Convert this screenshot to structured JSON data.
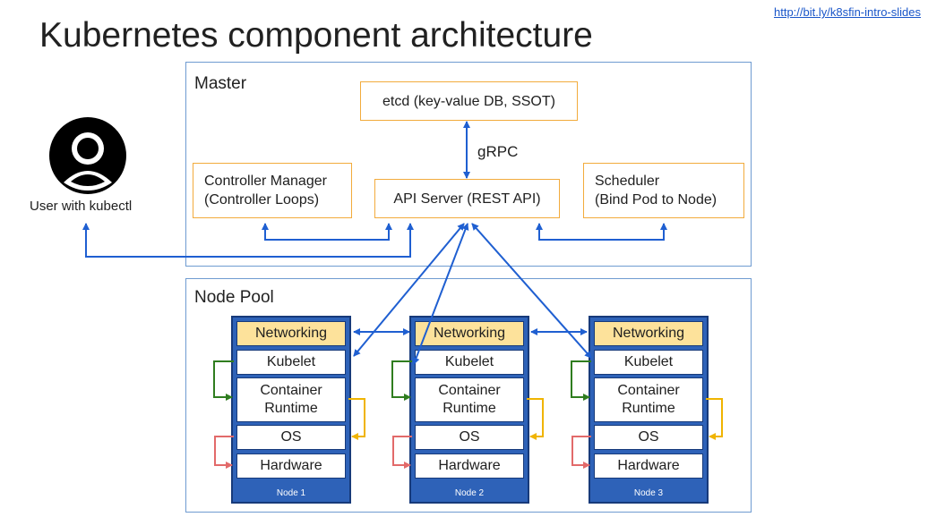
{
  "title": "Kubernetes component architecture",
  "link": "http://bit.ly/k8sfin-intro-slides",
  "user": {
    "icon": "user-avatar-icon",
    "label": "User with kubectl"
  },
  "master": {
    "label": "Master",
    "etcd": "etcd (key-value DB, SSOT)",
    "protocol": "gRPC",
    "api_server": "API Server (REST API)",
    "controller_manager": [
      "Controller Manager",
      "(Controller Loops)"
    ],
    "scheduler": [
      "Scheduler",
      "(Bind Pod to Node)"
    ]
  },
  "node_pool": {
    "label": "Node Pool",
    "layers": {
      "networking": "Networking",
      "kubelet": "Kubelet",
      "container_runtime": [
        "Container",
        "Runtime"
      ],
      "os": "OS",
      "hardware": "Hardware"
    },
    "nodes": [
      "Node 1",
      "Node 2",
      "Node 3"
    ]
  },
  "colors": {
    "panel_border": "#6f9bd1",
    "box_border": "#f2ab3c",
    "connector_blue": "#1f5fd1",
    "node_fill": "#2e62b8",
    "networking_fill": "#fde29b",
    "loop_green": "#2f7d1f",
    "loop_yellow": "#f0b400",
    "loop_red": "#e26a6a"
  }
}
